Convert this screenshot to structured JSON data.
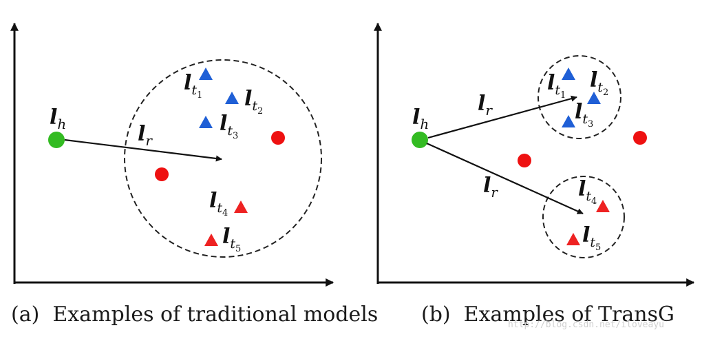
{
  "panel_a": {
    "caption": "(a)  Examples of traditional models",
    "head_label": "l",
    "head_sub": "h",
    "relation_label": "l",
    "relation_sub": "r",
    "tail_labels": [
      {
        "base": "l",
        "sub": "t",
        "index": "1"
      },
      {
        "base": "l",
        "sub": "t",
        "index": "2"
      },
      {
        "base": "l",
        "sub": "t",
        "index": "3"
      },
      {
        "base": "l",
        "sub": "t",
        "index": "4"
      },
      {
        "base": "l",
        "sub": "t",
        "index": "5"
      }
    ]
  },
  "panel_b": {
    "caption": "(b)  Examples of TransG",
    "head_label": "l",
    "head_sub": "h",
    "relation_labels": [
      {
        "base": "l",
        "sub": "r"
      },
      {
        "base": "l",
        "sub": "r"
      }
    ],
    "tail_labels": [
      {
        "base": "l",
        "sub": "t",
        "index": "1"
      },
      {
        "base": "l",
        "sub": "t",
        "index": "2"
      },
      {
        "base": "l",
        "sub": "t",
        "index": "3"
      },
      {
        "base": "l",
        "sub": "t",
        "index": "4"
      },
      {
        "base": "l",
        "sub": "t",
        "index": "5"
      }
    ]
  },
  "watermark": "http://blog.csdn.net/iloveayu",
  "colors": {
    "head": "#33bb22",
    "tail_blue": "#1f5fd6",
    "tail_red": "#ee2222",
    "negative": "#ee1111",
    "arrow": "#111111",
    "circle": "#222222"
  }
}
